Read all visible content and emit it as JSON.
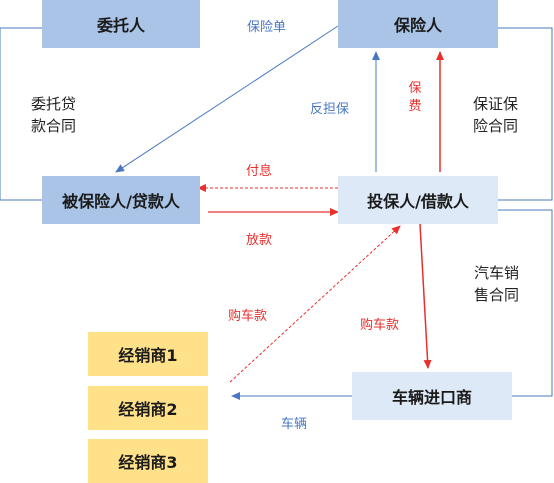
{
  "nodes": {
    "principal": "委托人",
    "insurer": "保险人",
    "insured_lender": "被保险人/贷款人",
    "policyholder_borrower": "投保人/借款人",
    "importer": "车辆进口商",
    "dealer1": "经销商1",
    "dealer2": "经销商2",
    "dealer3": "经销商3"
  },
  "labels": {
    "policy": "保险单",
    "counter_guarantee": "反担保",
    "premium": "保费",
    "interest": "付息",
    "loan": "放款",
    "car_payment_1": "购车款",
    "car_payment_2": "购车款",
    "vehicle": "车辆",
    "entrust_loan_contract_1": "委托贷",
    "entrust_loan_contract_2": "款合同",
    "guarantee_insurance_contract_1": "保证保",
    "guarantee_insurance_contract_2": "险合同",
    "car_sales_contract_1": "汽车销",
    "car_sales_contract_2": "售合同"
  },
  "colors": {
    "blue_arrow": "#4a78c0",
    "red_arrow": "#e8302d",
    "dark_node": "#a9c4e6",
    "light_node": "#dde9f6",
    "yellow_node": "#ffe18a"
  }
}
